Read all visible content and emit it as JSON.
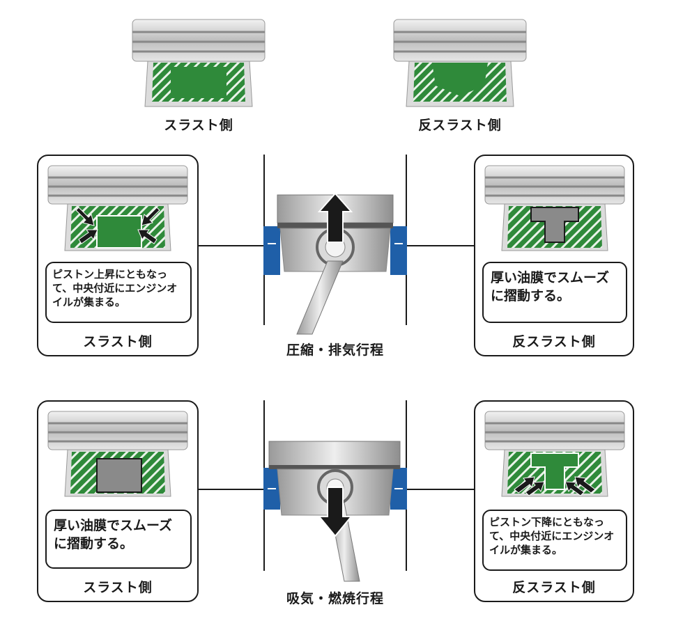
{
  "top": {
    "thrust_label": "スラスト側",
    "anti_thrust_label": "反スラスト側"
  },
  "row1": {
    "left_note": "ピストン上昇にともなって、中央付近にエンジンオイルが集まる。",
    "left_label": "スラスト側",
    "center_label": "圧縮・排気行程",
    "right_note": "厚い油膜でスムーズに摺動する。",
    "right_label": "反スラスト側"
  },
  "row2": {
    "left_note": "厚い油膜でスムーズに摺動する。",
    "left_label": "スラスト側",
    "center_label": "吸気・燃焼行程",
    "right_note": "ピストン下降にともなって、中央付近にエンジンオイルが集まる。",
    "right_label": "反スラスト側"
  },
  "colors": {
    "oil_green": "#2f8a3a",
    "cylinder_blue": "#1f5fa8",
    "film_gray": "#8a8a8a",
    "outline": "#1a1a1a"
  },
  "icons": [
    "piston-icon",
    "up-arrow-icon",
    "down-arrow-icon",
    "oil-flow-arrow-icon"
  ]
}
